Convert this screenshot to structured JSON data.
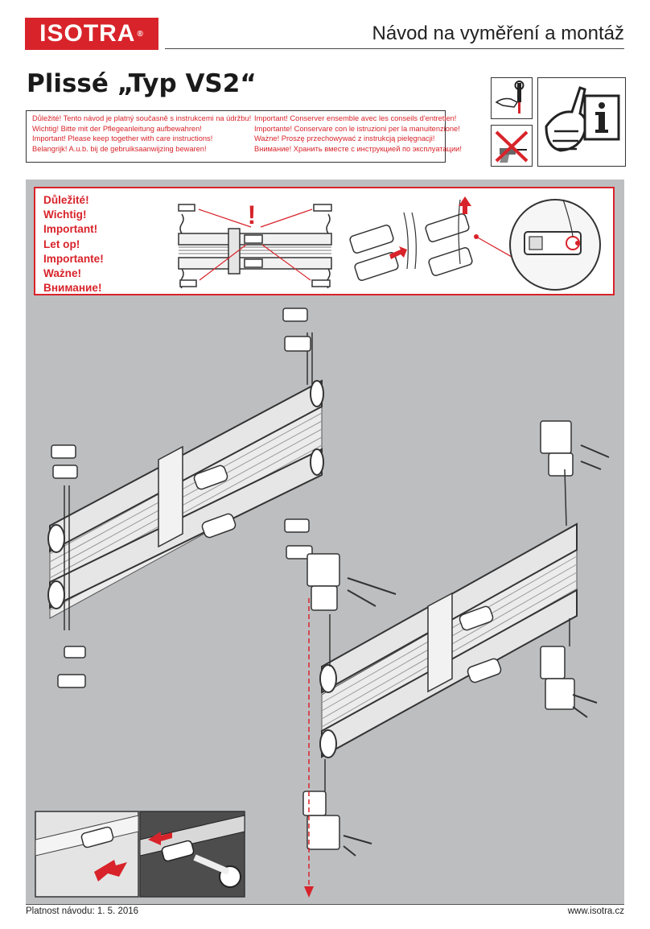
{
  "header": {
    "logo_text": "ISOTRA",
    "logo_registered": "®",
    "document_title": "Návod na vyměření a montáž"
  },
  "product": {
    "title": "Plissé „Typ VS2“"
  },
  "care_notice": {
    "left": [
      "Důležité! Tento návod je platný současně s instrukcemi na údržbu!",
      "Wichtig! Bitte mit der Pflegeanleitung aufbewahren!",
      "Important! Please keep together with care instructions!",
      "Belangrijk! A.u.b. bij de gebruiksaanwijzing bewaren!"
    ],
    "right": [
      "Important! Conserver ensemble avec les conseils d'entretien!",
      "Importante! Conservare con le istruzioni per la manuitenzione!",
      "Ważne! Proszę przechowywać z instrukcją pielęgnacji!",
      "Внимание! Хранить вместе с инструкцией по эксплуатации!"
    ]
  },
  "important": {
    "labels": [
      "Důležité!",
      "Wichtig!",
      "Important!",
      "Let op!",
      "Importante!",
      "Ważne!",
      "Внимание!"
    ],
    "exclamation": "!"
  },
  "icons": {
    "tools": "screwdriver-hand-icon",
    "no_drill": "no-drill-icon",
    "info": "manual-info-icon"
  },
  "colors": {
    "brand_red": "#d8232a",
    "diagram_gray": "#bdbec0",
    "frame_dark": "#4a4a4a"
  },
  "footer": {
    "validity": "Platnost návodu: 1. 5. 2016",
    "website": "www.isotra.cz"
  }
}
